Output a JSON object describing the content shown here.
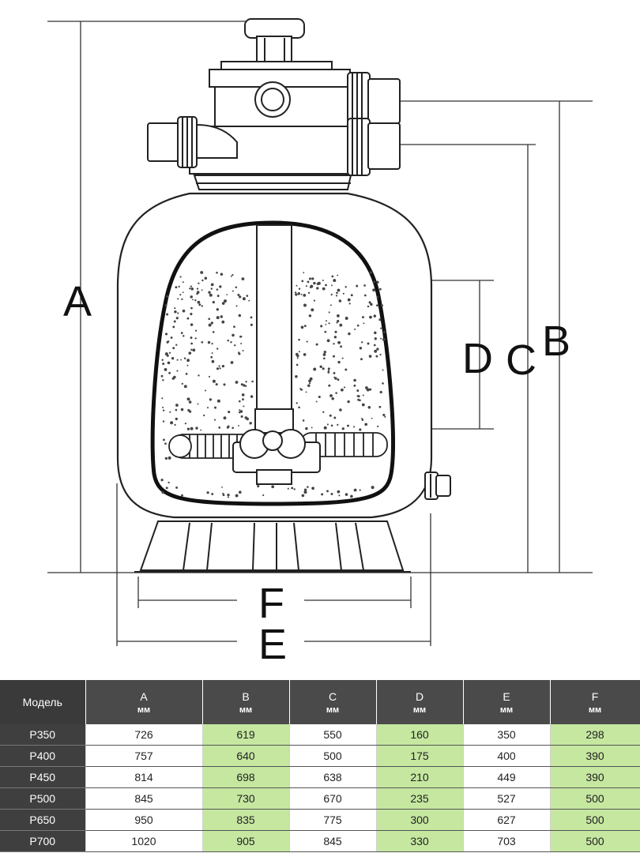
{
  "diagram": {
    "labels": {
      "A": "A",
      "B": "B",
      "C": "C",
      "D": "D",
      "E": "E",
      "F": "F"
    }
  },
  "table": {
    "model_header": "Модель",
    "columns": [
      {
        "letter": "A",
        "unit": "мм",
        "highlight": false
      },
      {
        "letter": "B",
        "unit": "мм",
        "highlight": true
      },
      {
        "letter": "C",
        "unit": "мм",
        "highlight": false
      },
      {
        "letter": "D",
        "unit": "мм",
        "highlight": true
      },
      {
        "letter": "E",
        "unit": "мм",
        "highlight": false
      },
      {
        "letter": "F",
        "unit": "мм",
        "highlight": true
      }
    ],
    "rows": [
      {
        "model": "P350",
        "values": [
          "726",
          "619",
          "550",
          "160",
          "350",
          "298"
        ]
      },
      {
        "model": "P400",
        "values": [
          "757",
          "640",
          "500",
          "175",
          "400",
          "390"
        ]
      },
      {
        "model": "P450",
        "values": [
          "814",
          "698",
          "638",
          "210",
          "449",
          "390"
        ]
      },
      {
        "model": "P500",
        "values": [
          "845",
          "730",
          "670",
          "235",
          "527",
          "500"
        ]
      },
      {
        "model": "P650",
        "values": [
          "950",
          "835",
          "775",
          "300",
          "627",
          "500"
        ]
      },
      {
        "model": "P700",
        "values": [
          "1020",
          "905",
          "845",
          "330",
          "703",
          "500"
        ]
      }
    ],
    "colors": {
      "header_bg": "#4a4a4a",
      "model_bg": "#3f3f3f",
      "highlight": "#c5e7a0"
    }
  }
}
